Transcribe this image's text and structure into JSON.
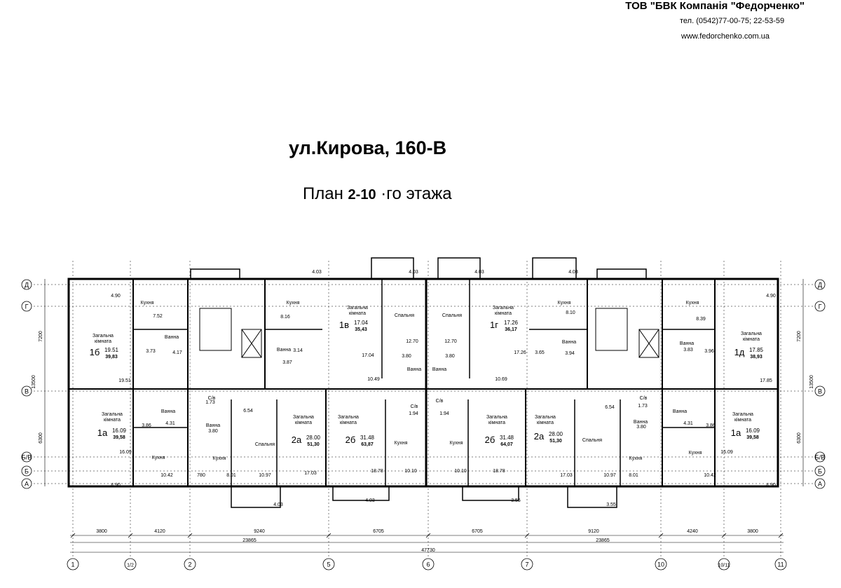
{
  "header": {
    "company": "ТОВ \"БВК Компанія \"Федорченко\"",
    "phone": "тел. (0542)77-00-75; 22-53-59",
    "website": "www.fedorchenko.com.ua"
  },
  "title": {
    "street": "ул.Кирова, 160-В",
    "plan_prefix": "План ",
    "plan_floors": "2-10",
    "plan_suffix": " ·го этажа"
  },
  "axes": {
    "rows": [
      "Д",
      "Г",
      "В",
      "Б/В",
      "Б",
      "А"
    ],
    "cols": [
      "1",
      "1/2",
      "2",
      "5",
      "6",
      "7",
      "10",
      "10/11",
      "11"
    ]
  },
  "dimensions": {
    "segments": [
      "3800",
      "4120",
      "9240",
      "6705",
      "6705",
      "9120",
      "4240",
      "3800"
    ],
    "halves": [
      "23865",
      "23865"
    ],
    "total": "47730",
    "side_left": [
      "7200",
      "13500",
      "6300"
    ],
    "side_right": [
      "7200",
      "13500",
      "6300"
    ],
    "loggias": [
      "4.03",
      "4.03",
      "4.03",
      "4.03",
      "4.03",
      "4.03",
      "3.55",
      "3.55"
    ],
    "edge": [
      "4.90",
      "4.90",
      "4.90",
      "4.90"
    ]
  },
  "apartments": [
    {
      "code": "1б",
      "area": "19.51",
      "total": "39,83"
    },
    {
      "code": "1в",
      "area": "17.04",
      "total": "35,43"
    },
    {
      "code": "1г",
      "area": "17.26",
      "total": "36,17"
    },
    {
      "code": "1д",
      "area": "17.85",
      "total": "38,93"
    },
    {
      "code": "1а",
      "area": "16.09",
      "total": "39,58"
    },
    {
      "code": "2а",
      "area": "28.00",
      "total": "51,30"
    },
    {
      "code": "2б",
      "area": "31.48",
      "total": "63,87"
    },
    {
      "code": "2б",
      "area": "31.48",
      "total": "64,07"
    },
    {
      "code": "2а",
      "area": "28.00",
      "total": "51,30"
    },
    {
      "code": "1а",
      "area": "16.09",
      "total": "39,58"
    }
  ],
  "rooms": {
    "living": "Загальна кімната",
    "kitchen": "Кухня",
    "bath": "Ванна",
    "bedroom": "Спальня",
    "wc": "С/в"
  },
  "room_areas": [
    "7.52",
    "4.17",
    "3.73",
    "19.51",
    "8.16",
    "3.87",
    "3.14",
    "17.04",
    "12.70",
    "12.70",
    "3.80",
    "3.80",
    "10.49",
    "10.69",
    "17.26",
    "8.10",
    "3.94",
    "3.65",
    "8.39",
    "3.83",
    "3.96",
    "17.85",
    "4.31",
    "3.86",
    "16.09",
    "10.42",
    "1.73",
    "3.80",
    "6.54",
    "8.01",
    "10.97",
    "17.03",
    "1.94",
    "1.94",
    "18.78",
    "18.78",
    "10.10",
    "10.10",
    "17.03",
    "10.97",
    "8.01",
    "6.54",
    "1.73",
    "3.80",
    "4.31",
    "3.86",
    "16.09",
    "10.42",
    "780"
  ]
}
